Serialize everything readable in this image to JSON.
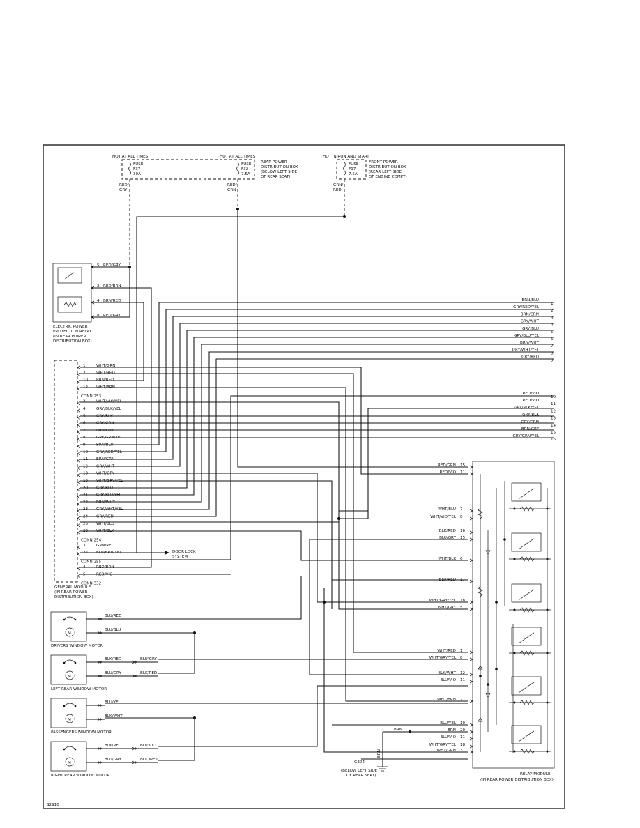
{
  "diagram_id": "S2910",
  "fuses": [
    {
      "header": "HOT AT ALL TIMES",
      "lines": [
        "FUSE",
        "F37",
        "30A"
      ],
      "wire": [
        "RED/",
        "GRY"
      ]
    },
    {
      "header": "HOT AT ALL TIMES",
      "lines": [
        "FUSE",
        "F32",
        "7.5A"
      ],
      "wire": [
        "RED/",
        "GRN"
      ],
      "box_note": [
        "REAR POWER",
        "DISTRIBUTION BOX",
        "(BELOW LEFT SIDE",
        "OF REAR SEAT)"
      ]
    },
    {
      "header": "HOT IN RUN AND START",
      "lines": [
        "FUSE",
        "F17",
        "7.5A"
      ],
      "wire": [
        "GRN/",
        "RED"
      ],
      "box_note": [
        "FRONT POWER",
        "DISTRIBUTION BOX",
        "(REAR LEFT SIDE",
        "OF ENGINE COMPT)"
      ]
    }
  ],
  "relay": {
    "caption": [
      "ELECTRIC POWER",
      "PROTECTION RELAY",
      "(IN REAR POWER",
      "DISTRIBUTION BOX)"
    ],
    "pins": [
      {
        "pin": "5",
        "wire": "RED/GRY"
      },
      {
        "pin": "2",
        "wire": "RED/BRN"
      },
      {
        "pin": "4",
        "wire": "BRN/RED"
      },
      {
        "pin": "8",
        "wire": "RED/GRY"
      }
    ]
  },
  "right_top_wires": [
    {
      "wire": "BRN/BLU",
      "pin": "1"
    },
    {
      "wire": "GRY/RED/YEL",
      "pin": "2"
    },
    {
      "wire": "BRN/GRN",
      "pin": "3"
    },
    {
      "wire": "GRY/WHT",
      "pin": "4"
    },
    {
      "wire": "GRY/BLU",
      "pin": "5"
    },
    {
      "wire": "GRY/BLU/YEL",
      "pin": "6"
    },
    {
      "wire": "BRN/WHT",
      "pin": "7"
    },
    {
      "wire": "GRY/WHT/YEL",
      "pin": "8"
    },
    {
      "wire": "GRY/RED",
      "pin": "9"
    }
  ],
  "right_mid_wires": [
    {
      "wire": "RED/VIO",
      "pin": "10"
    },
    {
      "wire": "RED/VIO",
      "pin": "11"
    },
    {
      "wire": "GRY/BLK/YEL",
      "pin": "12"
    },
    {
      "wire": "GRY/BLK",
      "pin": "13"
    },
    {
      "wire": "GRY/GRN",
      "pin": "14"
    },
    {
      "wire": "BRN/GRY",
      "pin": "15"
    },
    {
      "wire": "GRY/GRN/YEL",
      "pin": "16"
    }
  ],
  "general_module": {
    "caption": [
      "GENERAL MODULE",
      "(IN REAR POWER",
      "DISTRIBUTION BOX)"
    ],
    "rows": [
      {
        "pin": "1",
        "wire": "WHT/GRN"
      },
      {
        "pin": "2",
        "wire": "WHT/RED"
      },
      {
        "pin": "10",
        "wire": "BRN/RED"
      },
      {
        "pin": "12",
        "wire": "WHT/BRN"
      },
      {
        "conn": "CONN 253"
      },
      {
        "pin": "3",
        "wire": "WHT/VIO/YEL"
      },
      {
        "pin": "4",
        "wire": "GRY/BLK/YEL"
      },
      {
        "pin": "5",
        "wire": "GRY/BLK"
      },
      {
        "pin": "6",
        "wire": "GRY/GRN"
      },
      {
        "pin": "7",
        "wire": "BRN/GRY"
      },
      {
        "pin": "8",
        "wire": "GRY/GRN/YEL"
      },
      {
        "pin": "9",
        "wire": "BRN/BLU"
      },
      {
        "pin": "10",
        "wire": "GRY/RED/YEL"
      },
      {
        "pin": "11",
        "wire": "BRN/GRN"
      },
      {
        "pin": "12",
        "wire": "GRY/WHT"
      },
      {
        "pin": "13",
        "wire": "WHT/GRY"
      },
      {
        "pin": "16",
        "wire": "WHT/GRY/YEL"
      },
      {
        "pin": "20",
        "wire": "GRY/BLU"
      },
      {
        "pin": "21",
        "wire": "GRY/BLU/YEL"
      },
      {
        "pin": "22",
        "wire": "BRN/WHT"
      },
      {
        "pin": "23",
        "wire": "GRY/WHT/YEL"
      },
      {
        "pin": "24",
        "wire": "GRY/RED"
      },
      {
        "pin": "25",
        "wire": "WHT/BLU"
      },
      {
        "pin": "26",
        "wire": "WHT/BLK"
      },
      {
        "conn": "CONN 254"
      },
      {
        "pin": "3",
        "wire": "GRN/RED"
      },
      {
        "pin": "24",
        "wire": "BLU/BRN/YEL"
      },
      {
        "conn": "CONN 255"
      },
      {
        "pin": "4",
        "wire": "RED/BRN"
      },
      {
        "pin": "5",
        "wire": "RED/VIO"
      },
      {
        "conn": "CONN 332"
      }
    ],
    "door_lock": [
      "DOOR LOCK",
      "SYSTEM"
    ]
  },
  "relay_module": {
    "caption": [
      "RELAY MODULE",
      "(IN REAR POWER DISTRIBUTION BOX)"
    ],
    "pins": [
      {
        "wire": "RED/GRN",
        "pin": "15"
      },
      {
        "wire": "RED/VIO",
        "pin": "11"
      },
      {
        "wire": "WHT/BLU",
        "pin": "7"
      },
      {
        "wire": "WHT/VIO/YEL",
        "pin": "8"
      },
      {
        "wire": "BLK/RED",
        "pin": "16"
      },
      {
        "wire": "BLU/GRY",
        "pin": "15"
      },
      {
        "wire": "WHT/BLK",
        "pin": "6"
      },
      {
        "wire": "BLU/RED",
        "pin": "17"
      },
      {
        "wire": "WHT/GRY/YEL",
        "pin": "18"
      },
      {
        "wire": "WHT/GRY",
        "pin": "5"
      },
      {
        "wire": "WHT/RED",
        "pin": "1"
      },
      {
        "wire": "WHT/GRY/YEL",
        "pin": "8"
      },
      {
        "wire": "BLK/WHT",
        "pin": "12"
      },
      {
        "wire": "BLU/VIO",
        "pin": "11"
      },
      {
        "wire": "WHT/BRN",
        "pin": "2"
      },
      {
        "wire": "BLU/YEL",
        "pin": "10"
      },
      {
        "wire": "BRN",
        "pin": "20"
      },
      {
        "wire": "BLU/VIO",
        "pin": "11"
      },
      {
        "wire": "WHT/GRY/YEL",
        "pin": "18"
      },
      {
        "wire": "WHT/GRN",
        "pin": "3"
      }
    ]
  },
  "motors": [
    {
      "caption": "DRIVERS WINDOW MOTOR",
      "w1": "BLU/RED",
      "w1b": "",
      "w2": "BLU/BLU",
      "w2b": ""
    },
    {
      "caption": "LEFT REAR WINDOW MOTOR",
      "w1": "BLK/RED",
      "w1b": "BLU/GRY",
      "w2": "BLU/GRY",
      "w2b": "BLK/RED"
    },
    {
      "caption": "PASSENGERS WINDOW MOTOR",
      "w1": "BLU/YEL",
      "w1b": "",
      "w2": "BLK/WHT",
      "w2b": ""
    },
    {
      "caption": "RIGHT REAR WINDOW MOTOR",
      "w1": "BLK/RED",
      "w1b": "BLU/VIO",
      "w2": "BLU/GRY",
      "w2b": "BLK/WHT"
    }
  ],
  "motor_symbol": "M",
  "ground": {
    "wire": "BRN",
    "label": [
      "G304",
      "(BELOW LEFT SIDE",
      "OF REAR SEAT)"
    ]
  }
}
